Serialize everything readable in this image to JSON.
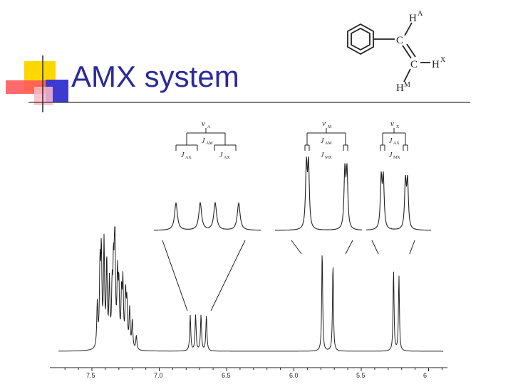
{
  "slide": {
    "title": "AMX system"
  },
  "molecule": {
    "atoms": [
      "C",
      "C"
    ],
    "h_labels": [
      "H",
      "H",
      "H"
    ],
    "h_sup": [
      "A",
      "X",
      "M"
    ]
  },
  "tree": {
    "a": {
      "nu": "ν",
      "nu_sub": "A",
      "j1": "J",
      "j1_sub": "AM",
      "j2": "J",
      "j2_sub": "AX",
      "j3": "J",
      "j3_sub": "AX"
    },
    "m": {
      "nu": "ν",
      "nu_sub": "M",
      "j1": "J",
      "j1_sub": "AM",
      "j2": "J",
      "j2_sub": "MX"
    },
    "x": {
      "nu": "ν",
      "nu_sub": "X",
      "j1": "J",
      "j1_sub": "AX",
      "j2": "J",
      "j2_sub": "MX"
    }
  },
  "axis": {
    "ticks": [
      "7.5",
      "7.0",
      "6.5",
      "6.0",
      "5.5",
      "6"
    ]
  },
  "colors": {
    "title": "#2a2a9a",
    "deco_yellow": "#ffd700",
    "deco_red": "#ff5050",
    "deco_blue": "#3b3bd0",
    "ink": "#222222"
  },
  "chart_data": {
    "type": "line",
    "xlabel": "",
    "ylabel": "",
    "x_reversed": true,
    "xlim": [
      7.7,
      4.95
    ],
    "multiplets": [
      {
        "name": "A",
        "center": 6.71,
        "lines": [
          6.77,
          6.73,
          6.69,
          6.65
        ]
      },
      {
        "name": "M",
        "center": 5.75,
        "lines": [
          5.79,
          5.71
        ]
      },
      {
        "name": "X",
        "center": 5.24,
        "lines": [
          5.26,
          5.22
        ]
      }
    ],
    "aromatic_region": [
      7.46,
      7.17
    ]
  }
}
